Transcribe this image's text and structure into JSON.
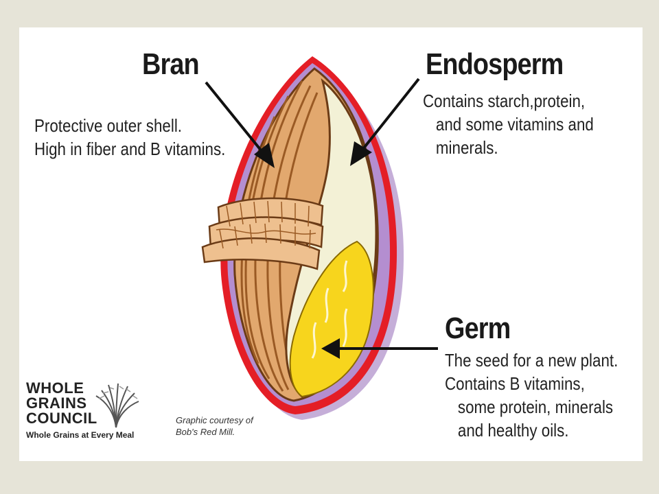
{
  "labels": {
    "bran": {
      "title": "Bran",
      "lines": [
        "Protective outer shell.",
        "High in fiber and B vitamins."
      ]
    },
    "endosperm": {
      "title": "Endosperm",
      "lines": [
        "Contains starch,protein,",
        "and some vitamins and",
        "minerals."
      ]
    },
    "germ": {
      "title": "Germ",
      "lines": [
        "The seed for a new plant.",
        "Contains B vitamins,",
        "some protein, minerals",
        "and healthy oils."
      ]
    }
  },
  "logo": {
    "line1": "WHOLE",
    "line2": "GRAINS",
    "line3": "COUNCIL",
    "tagline": "Whole Grains at Every Meal"
  },
  "credit": {
    "line1": "Graphic courtesy of",
    "line2": "Bob's Red Mill."
  },
  "colors": {
    "background": "#e6e4d8",
    "bran": "#e2a86e",
    "endosperm": "#f3f1d6",
    "germ": "#f7d51d",
    "outline_red": "#e41e26",
    "outline_purple": "#a98cc8"
  }
}
